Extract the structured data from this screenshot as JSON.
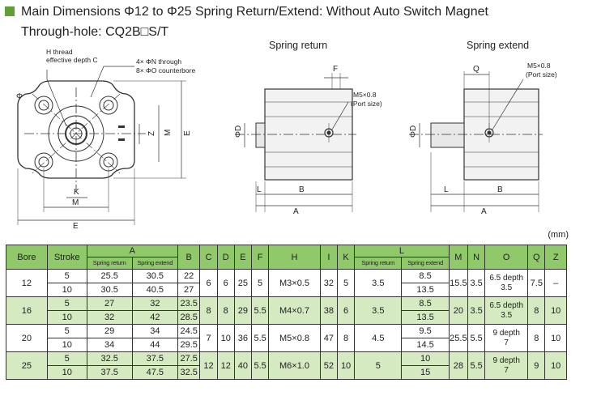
{
  "header": {
    "title": "Main Dimensions  Φ12 to Φ25  Spring Return/Extend: Without Auto Switch Magnet",
    "subtitle": "Through-hole: CQ2B□S/T"
  },
  "drawings": {
    "front": {
      "thread_note_1": "H thread",
      "thread_note_2": "effective depth C",
      "hole_note_1": "4× ΦN through",
      "hole_note_2": "8× ΦO counterbore",
      "dims": [
        "Φ",
        "K",
        "M",
        "E",
        "Z",
        "M",
        "E"
      ]
    },
    "spring_return": {
      "heading": "Spring return",
      "port_1": "M5×0.8",
      "port_2": "(Port size)",
      "dims": [
        "F",
        "ΦD",
        "L",
        "B",
        "A"
      ]
    },
    "spring_extend": {
      "heading": "Spring extend",
      "port_1": "M5×0.8",
      "port_2": "(Port size)",
      "dims": [
        "Q",
        "ΦD",
        "L",
        "B",
        "A"
      ]
    }
  },
  "unit": "(mm)",
  "table": {
    "headers": {
      "bore": "Bore",
      "stroke": "Stroke",
      "a": "A",
      "a_sub": [
        "Spring return",
        "Spring extend"
      ],
      "b": "B",
      "c": "C",
      "d": "D",
      "e": "E",
      "f": "F",
      "h": "H",
      "i": "I",
      "k": "K",
      "l": "L",
      "l_sub": [
        "Spring return",
        "Spring extend"
      ],
      "m": "M",
      "n": "N",
      "o": "O",
      "q": "Q",
      "z": "Z"
    },
    "groups": [
      {
        "bore": "12",
        "strokes": [
          "5",
          "10"
        ],
        "a_ret": [
          "25.5",
          "30.5"
        ],
        "a_ext": [
          "30.5",
          "40.5"
        ],
        "b": [
          "22",
          "27"
        ],
        "c": "6",
        "d": "6",
        "e": "25",
        "f": "5",
        "h": "M3×0.5",
        "i": "32",
        "k": "5",
        "l_ret": "3.5",
        "l_ext": [
          "8.5",
          "13.5"
        ],
        "m": "15.5",
        "n": "3.5",
        "o1": "6.5 depth",
        "o2": "3.5",
        "q": "7.5",
        "z": "–"
      },
      {
        "bore": "16",
        "strokes": [
          "5",
          "10"
        ],
        "a_ret": [
          "27",
          "32"
        ],
        "a_ext": [
          "32",
          "42"
        ],
        "b": [
          "23.5",
          "28.5"
        ],
        "c": "8",
        "d": "8",
        "e": "29",
        "f": "5.5",
        "h": "M4×0.7",
        "i": "38",
        "k": "6",
        "l_ret": "3.5",
        "l_ext": [
          "8.5",
          "13.5"
        ],
        "m": "20",
        "n": "3.5",
        "o1": "6.5 depth",
        "o2": "3.5",
        "q": "8",
        "z": "10"
      },
      {
        "bore": "20",
        "strokes": [
          "5",
          "10"
        ],
        "a_ret": [
          "29",
          "34"
        ],
        "a_ext": [
          "34",
          "44"
        ],
        "b": [
          "24.5",
          "29.5"
        ],
        "c": "7",
        "d": "10",
        "e": "36",
        "f": "5.5",
        "h": "M5×0.8",
        "i": "47",
        "k": "8",
        "l_ret": "4.5",
        "l_ext": [
          "9.5",
          "14.5"
        ],
        "m": "25.5",
        "n": "5.5",
        "o1": "9 depth",
        "o2": "7",
        "q": "8",
        "z": "10"
      },
      {
        "bore": "25",
        "strokes": [
          "5",
          "10"
        ],
        "a_ret": [
          "32.5",
          "37.5"
        ],
        "a_ext": [
          "37.5",
          "47.5"
        ],
        "b": [
          "27.5",
          "32.5"
        ],
        "c": "12",
        "d": "12",
        "e": "40",
        "f": "5.5",
        "h": "M6×1.0",
        "i": "52",
        "k": "10",
        "l_ret": "5",
        "l_ext": [
          "10",
          "15"
        ],
        "m": "28",
        "n": "5.5",
        "o1": "9 depth",
        "o2": "7",
        "q": "9",
        "z": "10"
      }
    ]
  },
  "colors": {
    "accent_green": "#5fa033",
    "header_green": "#8fc96a",
    "row_green": "#d5eac0",
    "line": "#333333"
  }
}
